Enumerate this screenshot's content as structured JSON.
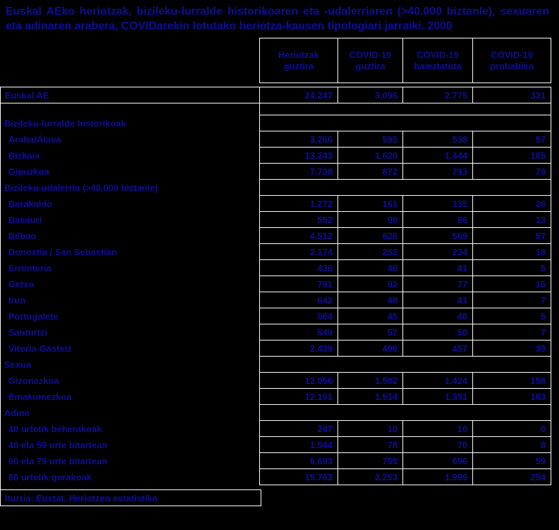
{
  "colors": {
    "background": "#000000",
    "text": "#0E0E99",
    "grid": "#FFFFFF"
  },
  "title": "Euskal AEko heriotzak, bizileku-lurralde historikoaren eta -udalerriaren (>40.000 biztanle), sexuaren eta adinaren arabera, COVIDarekin lotutako heriotza-kausen tipologiari jarraiki. 2000",
  "table": {
    "columns": [
      "Heriotzak guztira",
      "COVID-19 guztira",
      "COVID-19 baieztatuta",
      "COVID-19 probablea"
    ],
    "rows": [
      {
        "type": "total",
        "label": "Euskal AE",
        "values": [
          "24.247",
          "3.096",
          "2.775",
          "321"
        ]
      },
      {
        "type": "spacer",
        "label": "",
        "values": [
          "",
          "",
          "",
          ""
        ]
      },
      {
        "type": "section",
        "label": "Bizileku-lurralde historikoak",
        "values": [
          "",
          "",
          "",
          ""
        ]
      },
      {
        "type": "data",
        "label": "Araba/Álava",
        "values": [
          "3.266",
          "595",
          "538",
          "57"
        ]
      },
      {
        "type": "data",
        "label": "Bizkaia",
        "values": [
          "13.243",
          "1.629",
          "1.444",
          "185"
        ]
      },
      {
        "type": "data",
        "label": "Gipuzkoa",
        "values": [
          "7.738",
          "872",
          "793",
          "79"
        ]
      },
      {
        "type": "section",
        "label": "Bizileku-udalerria (>40.000 biztanle)",
        "values": [
          "",
          "",
          "",
          ""
        ]
      },
      {
        "type": "data",
        "label": "Barakaldo",
        "values": [
          "1.272",
          "161",
          "135",
          "26"
        ]
      },
      {
        "type": "data",
        "label": "Basauri",
        "values": [
          "552",
          "99",
          "86",
          "13"
        ]
      },
      {
        "type": "data",
        "label": "Bilbao",
        "values": [
          "4.512",
          "626",
          "569",
          "57"
        ]
      },
      {
        "type": "data",
        "label": "Donostia / San Sebastián",
        "values": [
          "2.174",
          "252",
          "234",
          "18"
        ]
      },
      {
        "type": "data",
        "label": "Errenteria",
        "values": [
          "436",
          "46",
          "41",
          "5"
        ]
      },
      {
        "type": "data",
        "label": "Getxo",
        "values": [
          "791",
          "92",
          "77",
          "15"
        ]
      },
      {
        "type": "data",
        "label": "Irun",
        "values": [
          "642",
          "48",
          "41",
          "7"
        ]
      },
      {
        "type": "data",
        "label": "Portugalete",
        "values": [
          "584",
          "45",
          "40",
          "5"
        ]
      },
      {
        "type": "data",
        "label": "Santurtzi",
        "values": [
          "549",
          "57",
          "50",
          "7"
        ]
      },
      {
        "type": "data",
        "label": "Vitoria-Gasteiz",
        "values": [
          "2.439",
          "496",
          "457",
          "39"
        ]
      },
      {
        "type": "section",
        "label": "Sexua",
        "values": [
          "",
          "",
          "",
          ""
        ]
      },
      {
        "type": "data",
        "label": "Gizonezkoa",
        "values": [
          "12.056",
          "1.582",
          "1.424",
          "158"
        ]
      },
      {
        "type": "data",
        "label": "Emakumezkoa",
        "values": [
          "12.191",
          "1.514",
          "1.351",
          "163"
        ]
      },
      {
        "type": "section",
        "label": "Adina",
        "values": [
          "",
          "",
          "",
          ""
        ]
      },
      {
        "type": "data",
        "label": "40 urtetik beherakoak",
        "values": [
          "247",
          "10",
          "10",
          "0"
        ]
      },
      {
        "type": "data",
        "label": "40 eta 59 urte bitartean",
        "values": [
          "1.544",
          "78",
          "70",
          "8"
        ]
      },
      {
        "type": "data",
        "label": "60 eta 79 urte bitartean",
        "values": [
          "6.693",
          "755",
          "696",
          "59"
        ]
      },
      {
        "type": "data",
        "label": "80 urtetik gorakoak",
        "values": [
          "15.763",
          "2.253",
          "1.999",
          "254"
        ]
      }
    ],
    "footer": "Iturria: Eustat. Heriotzen estatistika"
  },
  "chart_data": {
    "type": "table",
    "title": "Euskal AEko heriotzak, bizileku-lurralde historikoaren eta -udalerriaren (>40.000 biztanle), sexuaren eta adinaren arabera, COVIDarekin lotutako heriotza-kausen tipologiari jarraiki. 2000",
    "columns": [
      "Heriotzak guztira",
      "COVID-19 guztira",
      "COVID-19 baieztatuta",
      "COVID-19 probablea"
    ],
    "total_row": {
      "label": "Euskal AE",
      "values": [
        24247,
        3096,
        2775,
        321
      ]
    },
    "groups": [
      {
        "name": "Bizileku-lurralde historikoak",
        "rows": [
          {
            "label": "Araba/Álava",
            "values": [
              3266,
              595,
              538,
              57
            ]
          },
          {
            "label": "Bizkaia",
            "values": [
              13243,
              1629,
              1444,
              185
            ]
          },
          {
            "label": "Gipuzkoa",
            "values": [
              7738,
              872,
              793,
              79
            ]
          }
        ]
      },
      {
        "name": "Bizileku-udalerria (>40.000 biztanle)",
        "rows": [
          {
            "label": "Barakaldo",
            "values": [
              1272,
              161,
              135,
              26
            ]
          },
          {
            "label": "Basauri",
            "values": [
              552,
              99,
              86,
              13
            ]
          },
          {
            "label": "Bilbao",
            "values": [
              4512,
              626,
              569,
              57
            ]
          },
          {
            "label": "Donostia / San Sebastián",
            "values": [
              2174,
              252,
              234,
              18
            ]
          },
          {
            "label": "Errenteria",
            "values": [
              436,
              46,
              41,
              5
            ]
          },
          {
            "label": "Getxo",
            "values": [
              791,
              92,
              77,
              15
            ]
          },
          {
            "label": "Irun",
            "values": [
              642,
              48,
              41,
              7
            ]
          },
          {
            "label": "Portugalete",
            "values": [
              584,
              45,
              40,
              5
            ]
          },
          {
            "label": "Santurtzi",
            "values": [
              549,
              57,
              50,
              7
            ]
          },
          {
            "label": "Vitoria-Gasteiz",
            "values": [
              2439,
              496,
              457,
              39
            ]
          }
        ]
      },
      {
        "name": "Sexua",
        "rows": [
          {
            "label": "Gizonezkoa",
            "values": [
              12056,
              1582,
              1424,
              158
            ]
          },
          {
            "label": "Emakumezkoa",
            "values": [
              12191,
              1514,
              1351,
              163
            ]
          }
        ]
      },
      {
        "name": "Adina",
        "rows": [
          {
            "label": "40 urtetik beherakoak",
            "values": [
              247,
              10,
              10,
              0
            ]
          },
          {
            "label": "40 eta 59 urte bitartean",
            "values": [
              1544,
              78,
              70,
              8
            ]
          },
          {
            "label": "60 eta 79 urte bitartean",
            "values": [
              6693,
              755,
              696,
              59
            ]
          },
          {
            "label": "80 urtetik gorakoak",
            "values": [
              15763,
              2253,
              1999,
              254
            ]
          }
        ]
      }
    ],
    "source": "Iturria: Eustat. Heriotzen estatistika"
  }
}
